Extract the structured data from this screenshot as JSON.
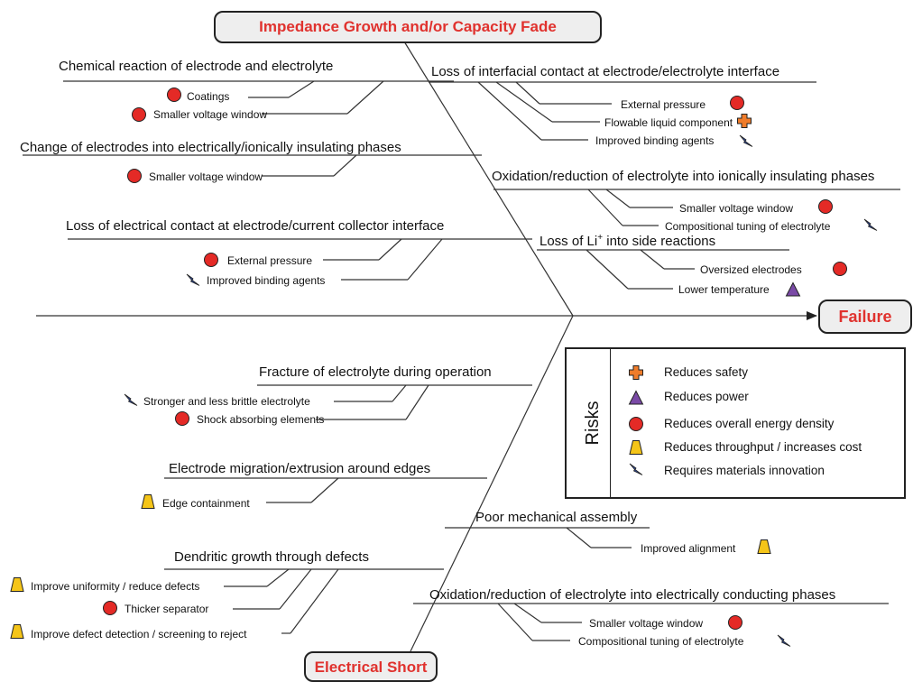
{
  "top_effect": "Impedance Growth and/or Capacity Fade",
  "bottom_effect": "Electrical Short",
  "outcome": "Failure",
  "colors": {
    "accent_red": "#e0322e",
    "circle": "#e42a26",
    "cross": "#f07c2a",
    "triangle": "#7a4aa6",
    "trapezoid": "#f5c518",
    "bolt": "#2e4a9e"
  },
  "top_left": {
    "chem": {
      "label": "Chemical reaction of electrode and electrolyte",
      "r1": "Coatings",
      "r2": "Smaller voltage window"
    },
    "insul": {
      "label": "Change of electrodes into electrically/ionically insulating phases",
      "r1": "Smaller voltage window"
    },
    "contact": {
      "label": "Loss of electrical contact at electrode/current collector interface",
      "r1": "External pressure",
      "r2": "Improved binding agents"
    }
  },
  "top_right": {
    "interf": {
      "label": "Loss of interfacial contact at electrode/electrolyte interface",
      "r1": "External pressure",
      "r2": "Flowable liquid component",
      "r3": "Improved binding agents"
    },
    "oxid": {
      "label": "Oxidation/reduction of electrolyte into ionically insulating phases",
      "r1": "Smaller voltage window",
      "r2": "Compositional tuning of electrolyte"
    },
    "li": {
      "label_main": "Loss of Li",
      "label_sup": "+",
      "label_tail": " into side reactions",
      "r1": "Oversized electrodes",
      "r2": "Lower temperature"
    }
  },
  "bottom_left": {
    "fracture": {
      "label": "Fracture of electrolyte during operation",
      "r1": "Stronger and less brittle electrolyte",
      "r2": "Shock absorbing elements"
    },
    "migration": {
      "label": "Electrode migration/extrusion around edges",
      "r1": "Edge containment"
    },
    "dendrite": {
      "label": "Dendritic growth through defects",
      "r1": "Improve uniformity / reduce defects",
      "r2": "Thicker separator",
      "r3": "Improve defect detection / screening to reject"
    }
  },
  "bottom_right": {
    "mech": {
      "label": "Poor mechanical assembly",
      "r1": "Improved alignment"
    },
    "oxid2": {
      "label": "Oxidation/reduction of electrolyte into electrically conducting phases",
      "r1": "Smaller voltage window",
      "r2": "Compositional tuning of electrolyte"
    }
  },
  "legend": {
    "title": "Risks",
    "items": [
      {
        "icon": "cross",
        "label": "Reduces safety"
      },
      {
        "icon": "triangle",
        "label": "Reduces power"
      },
      {
        "icon": "circle",
        "label": "Reduces overall energy density"
      },
      {
        "icon": "trapezoid",
        "label": "Reduces throughput / increases cost"
      },
      {
        "icon": "bolt",
        "label": "Requires materials innovation"
      }
    ]
  }
}
